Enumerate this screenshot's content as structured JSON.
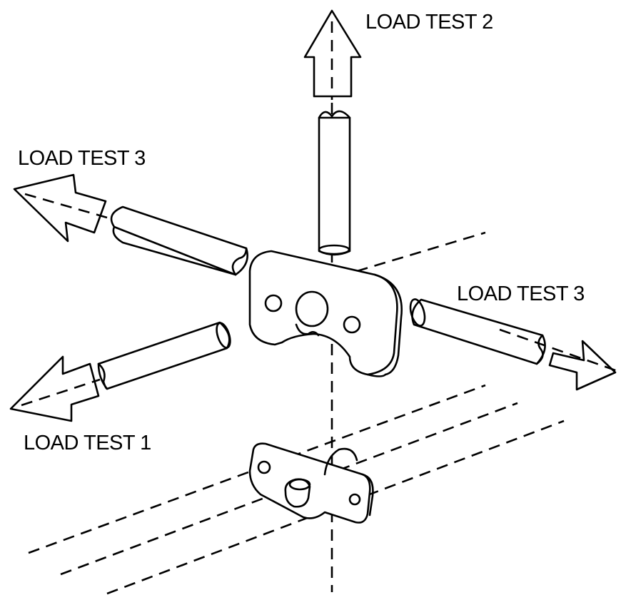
{
  "labels": {
    "load_test_2": "LOAD TEST 2",
    "load_test_3_left": "LOAD TEST 3",
    "load_test_3_right": "LOAD TEST 3",
    "load_test_1": "LOAD TEST 1"
  },
  "colors": {
    "line": "#000000",
    "background": "#ffffff"
  }
}
